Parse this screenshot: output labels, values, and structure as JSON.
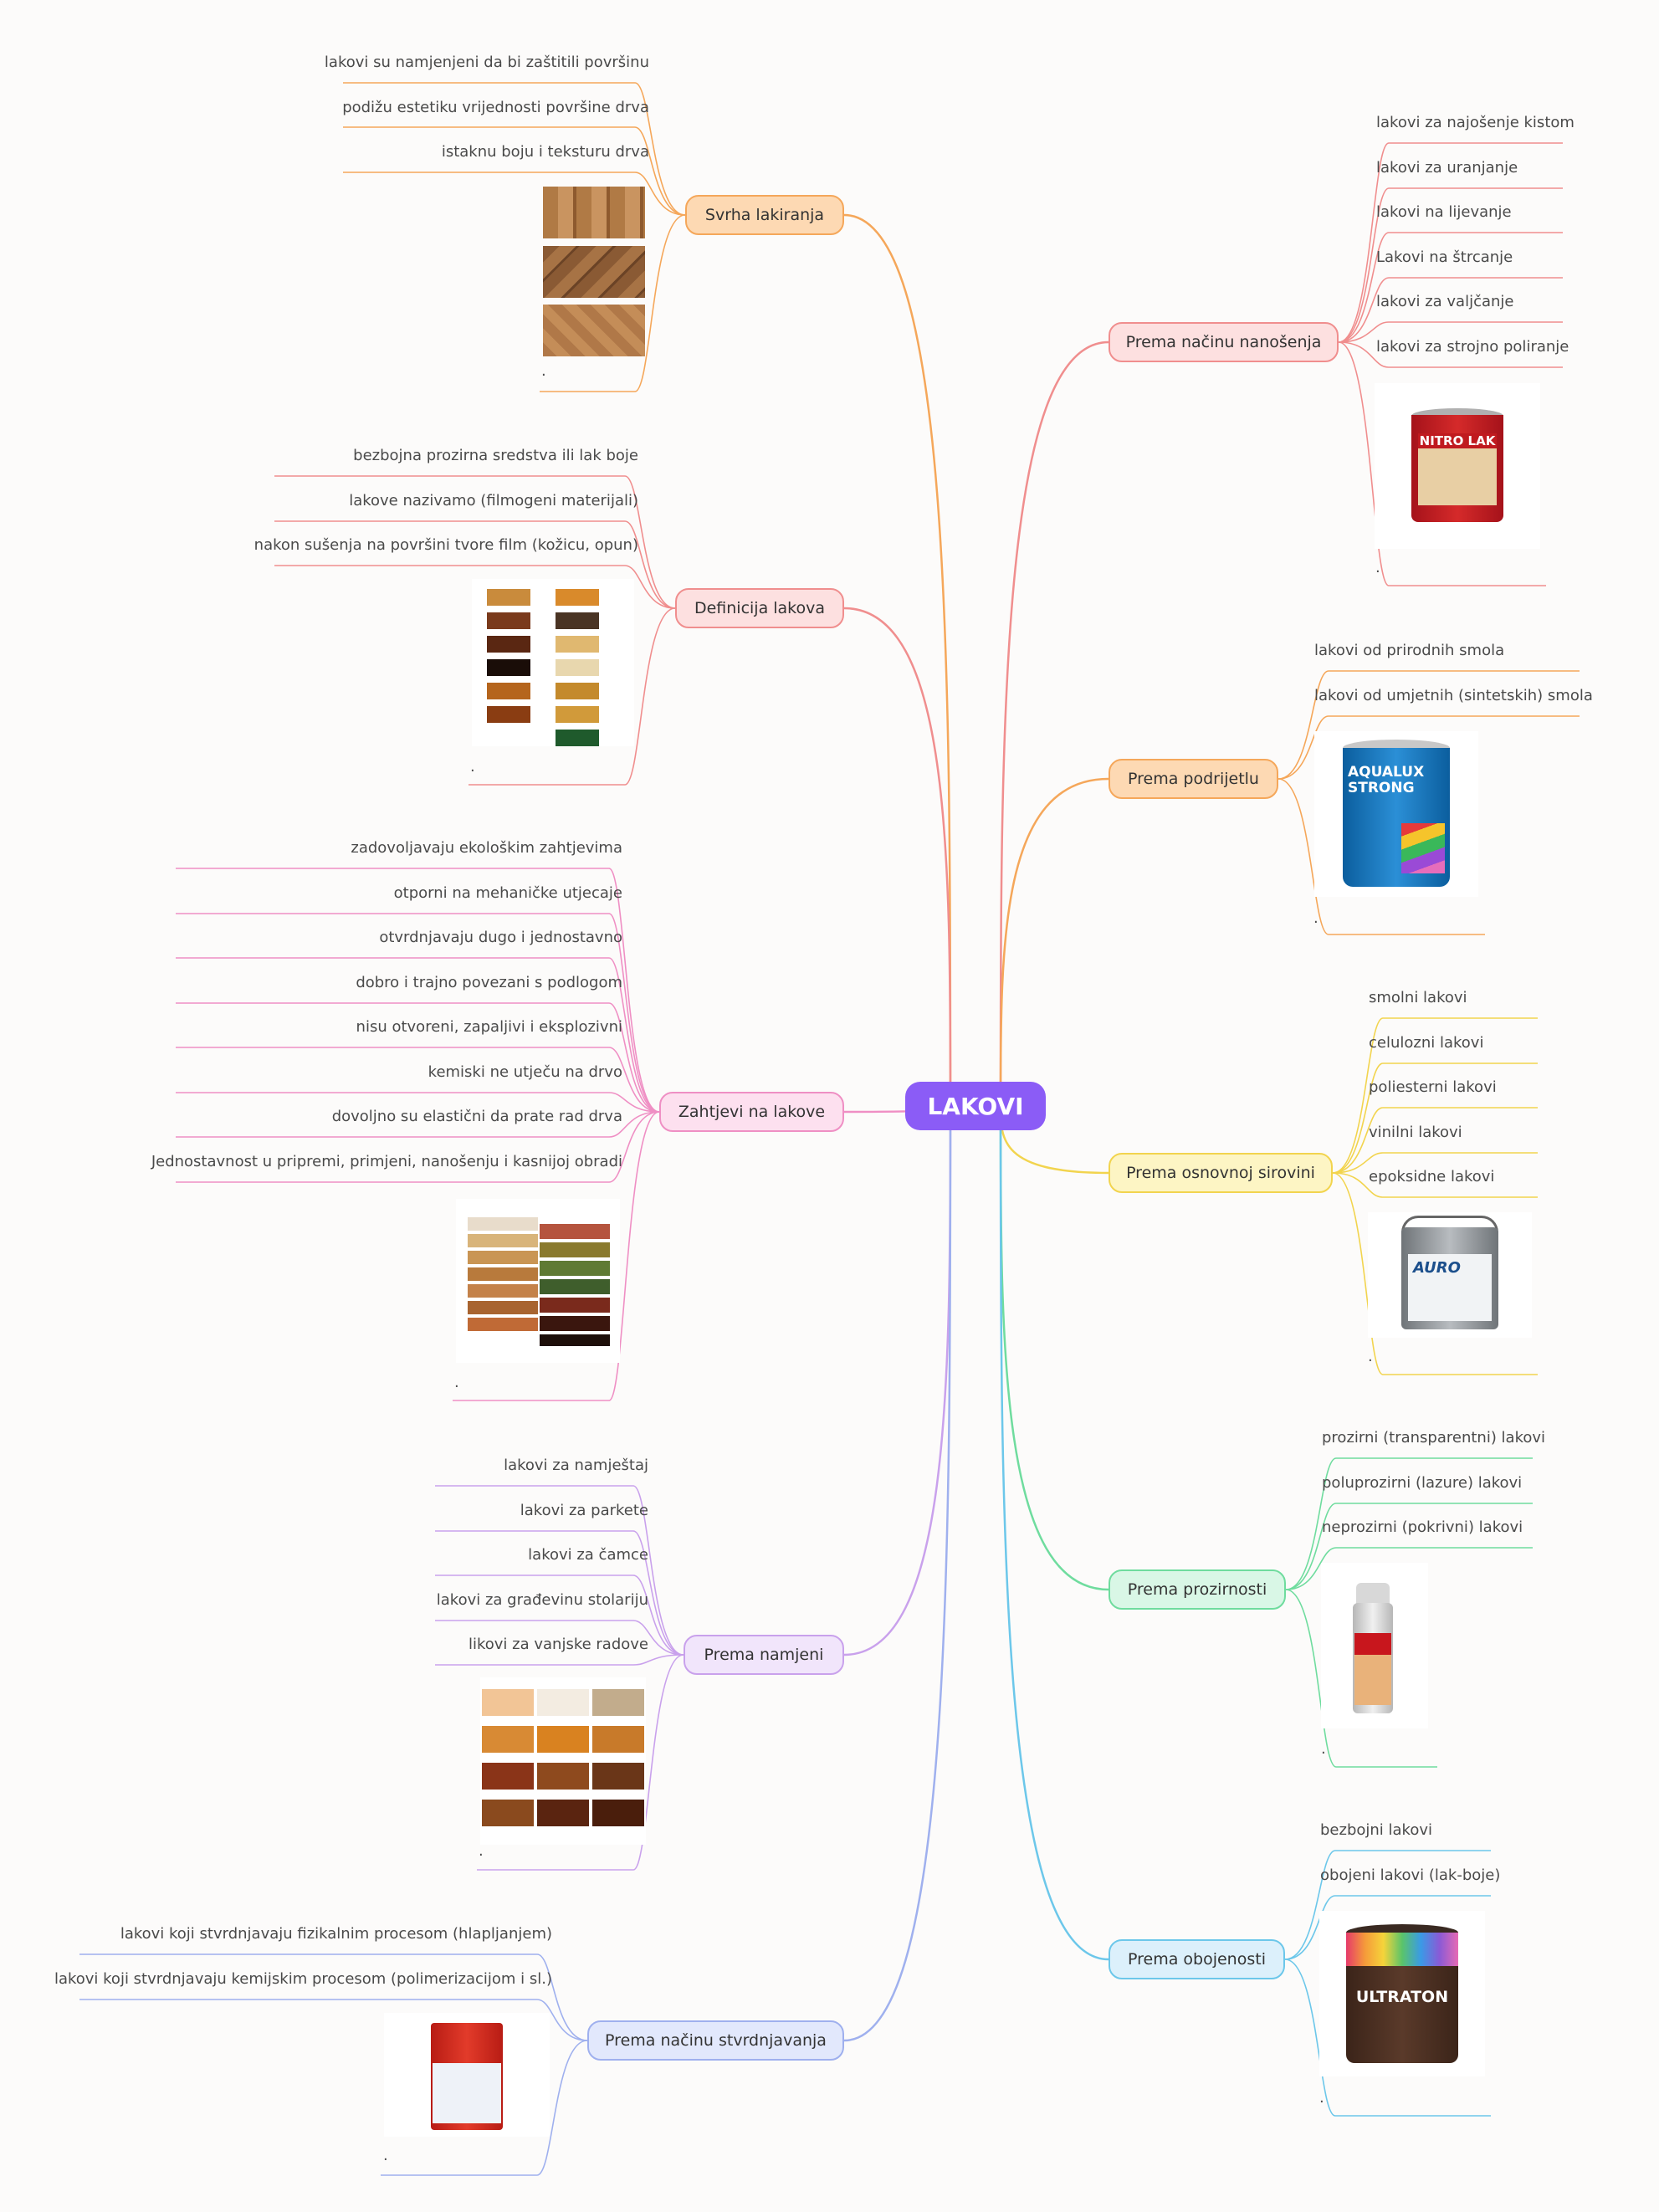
{
  "central": {
    "label": "LAKOVI",
    "color": "#8b5cf6"
  },
  "branches": [
    {
      "id": "svrha",
      "label": "Svrha lakiranja",
      "color": "#f5a75a",
      "fill": "#fdd9b3",
      "leaves": [
        "lakovi su namjenjeni da bi zaštitili površinu",
        "podižu estetiku vrijednosti površine drva",
        "istaknu boju i teksturu drva"
      ],
      "image_caption": "."
    },
    {
      "id": "definicija",
      "label": "Definicija lakova",
      "color": "#f08e8e",
      "fill": "#fde0e0",
      "leaves": [
        "bezbojna prozirna sredstva ili lak boje",
        "lakove nazivamo (filmogeni materijali)",
        "nakon sušenja na površini tvore film (kožicu, opun)"
      ],
      "image_caption": "."
    },
    {
      "id": "zahtjevi",
      "label": "Zahtjevi na lakove",
      "color": "#ef8fc4",
      "fill": "#fde0ef",
      "leaves": [
        "zadovoljavaju ekološkim zahtjevima",
        "otporni na mehaničke utjecaje",
        "otvrdnjavaju dugo i jednostavno",
        "dobro i trajno povezani s podlogom",
        "nisu otvoreni, zapaljivi i eksplozivni",
        "kemiski ne utječu na drvo",
        "dovoljno su elastični da prate rad drva",
        "Jednostavnost u pripremi, primjeni, nanošenju i kasnijoj obradi"
      ],
      "image_caption": "."
    },
    {
      "id": "namjena",
      "label": "Prema namjeni",
      "color": "#c9a1ec",
      "fill": "#f1e5fb",
      "leaves": [
        "lakovi za namještaj",
        "lakovi za parkete",
        "lakovi za čamce",
        "lakovi za građevinu stolariju",
        "likovi za vanjske radove"
      ],
      "image_caption": "."
    },
    {
      "id": "stvrdnjavanje",
      "label": "Prema načinu stvrdnjavanja",
      "color": "#9fb0ee",
      "fill": "#e2e8fc",
      "leaves": [
        "lakovi koji stvrdnjavaju fizikalnim procesom (hlapljanjem)",
        "lakovi koji stvrdnjavaju kemijskim procesom (polimerizacijom i sl.)"
      ],
      "image_caption": "."
    },
    {
      "id": "nanosenje",
      "label": "Prema načinu nanošenja",
      "color": "#f08e8e",
      "fill": "#fde0e0",
      "leaves": [
        "lakovi za najošenje kistom",
        "lakovi za uranjanje",
        "lakovi na lijevanje",
        "Lakovi na štrcanje",
        "lakovi za valjčanje",
        "lakovi za strojno poliranje"
      ],
      "image_caption": ".",
      "image_text": "NITRO LAK"
    },
    {
      "id": "podrijetlo",
      "label": "Prema podrijetlu",
      "color": "#f5a75a",
      "fill": "#fdd9b3",
      "leaves": [
        "lakovi od prirodnih smola",
        "lakovi od umjetnih (sintetskih) smola"
      ],
      "image_caption": ".",
      "image_text": "AQUALUX STRONG"
    },
    {
      "id": "sirovina",
      "label": "Prema osnovnoj sirovini",
      "color": "#f2d44e",
      "fill": "#fdf5c4",
      "leaves": [
        "smolni lakovi",
        "celulozni lakovi",
        "poliesterni lakovi",
        "vinilni lakovi",
        "epoksidne lakovi"
      ],
      "image_caption": ".",
      "image_text": "AURO"
    },
    {
      "id": "prozirnost",
      "label": "Prema prozirnosti",
      "color": "#6fdc9e",
      "fill": "#d9f7e6",
      "leaves": [
        "prozirni (transparentni) lakovi",
        "poluprozirni (lazure) lakovi",
        "neprozirni (pokrivni) lakovi"
      ],
      "image_caption": "."
    },
    {
      "id": "obojenost",
      "label": "Prema obojenosti",
      "color": "#6cc7ea",
      "fill": "#dcf0fb",
      "leaves": [
        "bezbojni lakovi",
        "obojeni lakovi (lak-boje)"
      ],
      "image_caption": ".",
      "image_text": "ULTRATON"
    }
  ]
}
